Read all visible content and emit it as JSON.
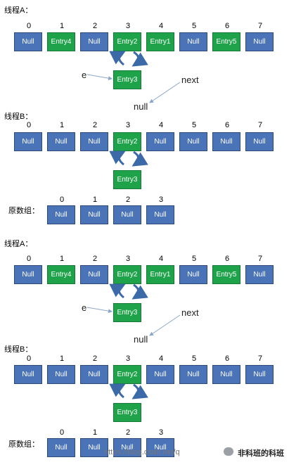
{
  "panels": [
    {
      "title": "线程A：",
      "indices": [
        "0",
        "1",
        "2",
        "3",
        "4",
        "5",
        "6",
        "7"
      ],
      "cells": [
        {
          "text": "Null",
          "color": "blue"
        },
        {
          "text": "Entry4",
          "color": "green"
        },
        {
          "text": "Null",
          "color": "blue"
        },
        {
          "text": "Entry2",
          "color": "green"
        },
        {
          "text": "Entry1",
          "color": "green"
        },
        {
          "text": "Null",
          "color": "blue"
        },
        {
          "text": "Entry5",
          "color": "green"
        },
        {
          "text": "Null",
          "color": "blue"
        }
      ],
      "chain": "Entry3",
      "e_label": "e",
      "next_label": "next",
      "null_label": "null"
    },
    {
      "title": "线程B：",
      "indices": [
        "0",
        "1",
        "2",
        "3",
        "4",
        "5",
        "6",
        "7"
      ],
      "cells": [
        {
          "text": "Null",
          "color": "blue"
        },
        {
          "text": "Null",
          "color": "blue"
        },
        {
          "text": "Null",
          "color": "blue"
        },
        {
          "text": "Entry2",
          "color": "green"
        },
        {
          "text": "Null",
          "color": "blue"
        },
        {
          "text": "Null",
          "color": "blue"
        },
        {
          "text": "Null",
          "color": "blue"
        },
        {
          "text": "Null",
          "color": "blue"
        }
      ],
      "chain": "Entry3"
    },
    {
      "title": "原数组：",
      "indices": [
        "0",
        "1",
        "2",
        "3"
      ],
      "cells": [
        {
          "text": "Null",
          "color": "blue"
        },
        {
          "text": "Null",
          "color": "blue"
        },
        {
          "text": "Null",
          "color": "blue"
        },
        {
          "text": "Null",
          "color": "blue"
        }
      ]
    },
    {
      "title": "线程A：",
      "indices": [
        "0",
        "1",
        "2",
        "3",
        "4",
        "5",
        "6",
        "7"
      ],
      "cells": [
        {
          "text": "Null",
          "color": "blue"
        },
        {
          "text": "Entry4",
          "color": "green"
        },
        {
          "text": "Null",
          "color": "blue"
        },
        {
          "text": "Entry2",
          "color": "green"
        },
        {
          "text": "Entry1",
          "color": "green"
        },
        {
          "text": "Null",
          "color": "blue"
        },
        {
          "text": "Entry5",
          "color": "green"
        },
        {
          "text": "Null",
          "color": "blue"
        }
      ],
      "chain": "Entry3",
      "e_label": "e",
      "next_label": "next",
      "null_label": "null"
    },
    {
      "title": "线程B：",
      "indices": [
        "0",
        "1",
        "2",
        "3",
        "4",
        "5",
        "6",
        "7"
      ],
      "cells": [
        {
          "text": "Null",
          "color": "blue"
        },
        {
          "text": "Null",
          "color": "blue"
        },
        {
          "text": "Null",
          "color": "blue"
        },
        {
          "text": "Entry2",
          "color": "green"
        },
        {
          "text": "Null",
          "color": "blue"
        },
        {
          "text": "Null",
          "color": "blue"
        },
        {
          "text": "Null",
          "color": "blue"
        },
        {
          "text": "Null",
          "color": "blue"
        }
      ],
      "chain": "Entry3"
    },
    {
      "title": "原数组：",
      "indices": [
        "0",
        "1",
        "2",
        "3"
      ],
      "cells": [
        {
          "text": "Null",
          "color": "blue"
        },
        {
          "text": "Null",
          "color": "blue"
        },
        {
          "text": "Null",
          "color": "blue"
        },
        {
          "text": "Null",
          "color": "blue"
        }
      ]
    }
  ],
  "watermark": "https://blog.csdn.net/q",
  "watermark2": "非科班的科班",
  "colors": {
    "blue": "#4a73b8",
    "green": "#1fa34a",
    "arrow": "#3c6aa8"
  }
}
